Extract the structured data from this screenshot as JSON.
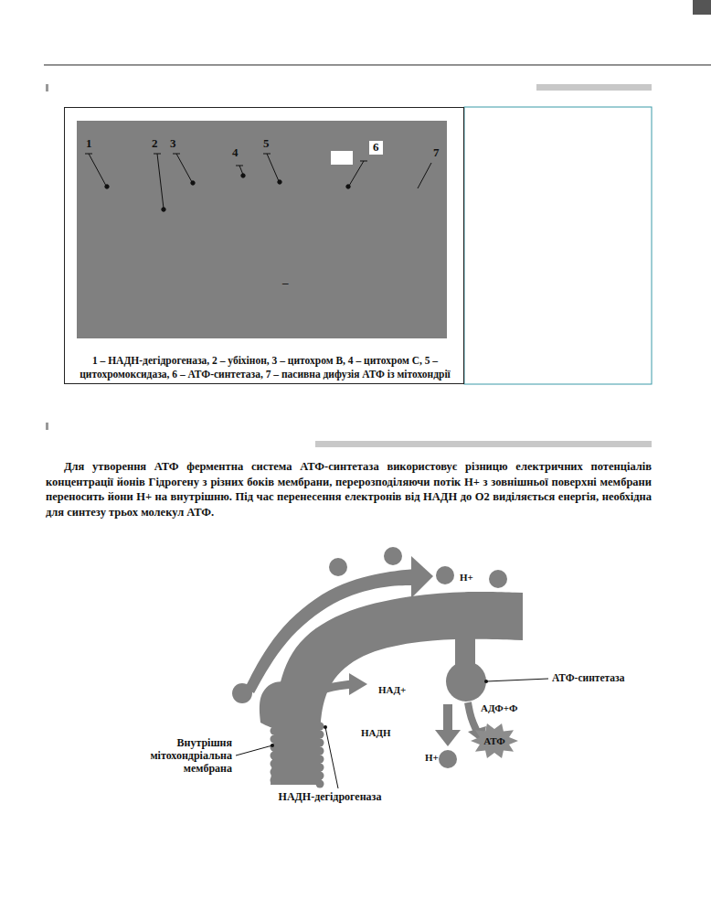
{
  "diagram": {
    "caption": "1 – НАДН-дегідрогеназа, 2 – убіхінон, 3 – цитохром В, 4 – цитохром С, 5 – цитохромоксидаза, 6 – АТФ-синтетаза, 7 – пасивна дифузія АТФ із мітохондрії",
    "nodes": [
      {
        "text": [
          "1 – НАДН-дегідрогеназа, 2 – убіхінон, 3 – цитохром В, 4 – цитохром С, 5 – цитохромоксидаза, 6 – АТФ-синтетаза, 7 – пасивна дифузія АТФ із мітохондрії"
        ]
      },
      {
        "text": [
          "АТФ"
        ]
      }
    ],
    "labels": [
      "1",
      "2",
      "3",
      "4",
      "5",
      "6",
      "7",
      "–",
      "Для утворення АТФ ферментна система АТФ-синтетаза використовує різницю електричних потенціалів концентрації йонів Гідрогену з різних боків мембрани, перерозподіляючи потік Н+ з зовнішньої поверхні мембрани переносить йони Н+ на внутрішню. Під час перенесення електронів від НАДН до О2 виділяється енергія, необхідна для синтезу трьох молекул АТФ.",
      "Н+",
      "НАД+",
      "АТФ-синтетаза",
      "АДФ+Ф",
      "НАДН",
      "Н+",
      "Внутрішня мітохондріальна мембрана",
      "НАДН-дегідрогеназа"
    ]
  }
}
